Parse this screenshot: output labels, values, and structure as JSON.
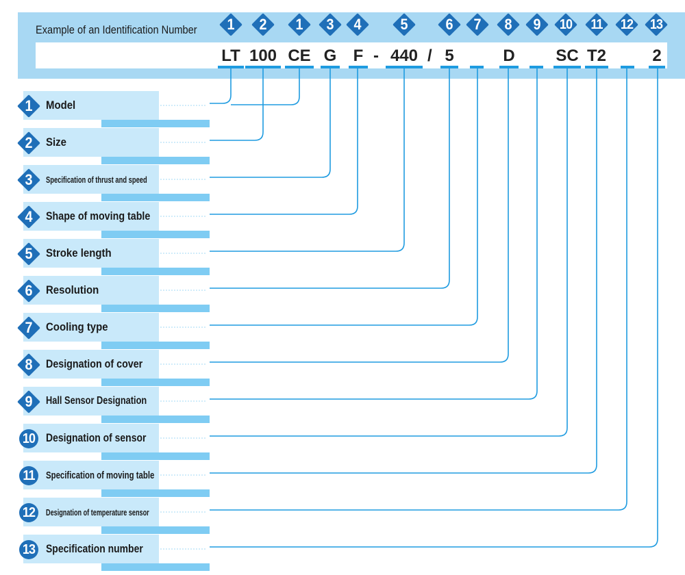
{
  "header": {
    "title": "Example of an Identification Number",
    "marker_numbers": [
      "1",
      "2",
      "1",
      "3",
      "4",
      "5",
      "6",
      "7",
      "8",
      "9",
      "10",
      "11",
      "12",
      "13"
    ],
    "code_segments": [
      "LT",
      "100",
      "CE",
      "G",
      "F",
      "440",
      "5",
      "",
      "D",
      "",
      "SC",
      "T2",
      "",
      "2"
    ],
    "separators": [
      "-",
      "/"
    ]
  },
  "items": [
    {
      "number": "1",
      "label": "Model"
    },
    {
      "number": "2",
      "label": "Size"
    },
    {
      "number": "3",
      "label": "Specification of thrust and speed"
    },
    {
      "number": "4",
      "label": "Shape of moving table"
    },
    {
      "number": "5",
      "label": "Stroke length"
    },
    {
      "number": "6",
      "label": "Resolution"
    },
    {
      "number": "7",
      "label": "Cooling type"
    },
    {
      "number": "8",
      "label": "Designation of cover"
    },
    {
      "number": "9",
      "label": "Hall Sensor Designation"
    },
    {
      "number": "10",
      "label": "Designation of sensor"
    },
    {
      "number": "11",
      "label": "Specification of moving table"
    },
    {
      "number": "12",
      "label": "Designation of temperature sensor"
    },
    {
      "number": "13",
      "label": "Specification number"
    }
  ],
  "colors": {
    "band": "#a8d8f3",
    "marker": "#1f6fb8",
    "line": "#1e9be0",
    "label_light": "#c9e9fa",
    "label_dark": "#7fccf3"
  }
}
